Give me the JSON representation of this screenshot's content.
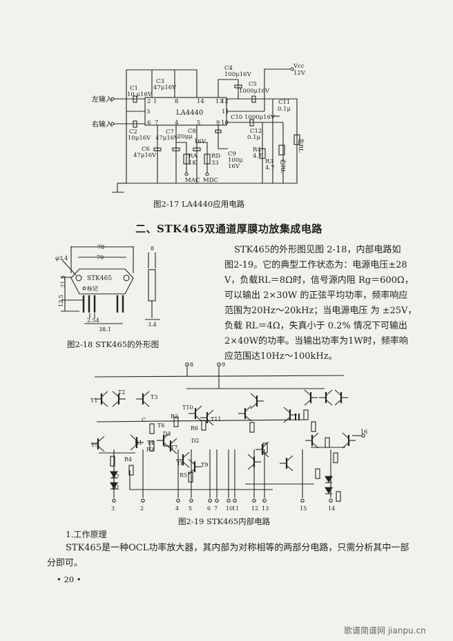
{
  "fig17": {
    "caption": "图2-17  LA4440应用电路",
    "ic": "LA4440",
    "inputs": [
      "左输入",
      "右输入"
    ],
    "vcc": [
      "Vcc",
      "12V"
    ],
    "pins": [
      "2",
      "1",
      "8",
      "14",
      "13",
      "12",
      "3",
      "6",
      "7",
      "4",
      "5",
      "9",
      "10",
      "11"
    ],
    "parts": {
      "c1": [
        "C1",
        "10 μ16V"
      ],
      "c3": [
        "C3",
        "47μ16V"
      ],
      "c4": [
        "C4",
        "100μ16V"
      ],
      "c5": [
        "C5",
        "1000μ16V"
      ],
      "c11": [
        "C11",
        "0.1μ"
      ],
      "c10": "C10 1000μ16V",
      "c12": [
        "C12",
        "0.1μ"
      ],
      "c2": [
        "C2",
        "10μ16V"
      ],
      "c6": [
        "C6",
        "47μ16V"
      ],
      "c7": [
        "C7",
        "47μ16V"
      ],
      "c8": [
        "C8",
        "20μμ",
        "16V"
      ],
      "ra": [
        "RA",
        "1K"
      ],
      "rd": [
        "RD",
        "33"
      ],
      "mac": "MAC",
      "mdc": "MDC",
      "c9": [
        "C9",
        "100μ",
        "16V"
      ],
      "r4": [
        "R4",
        "4.7"
      ],
      "r3": [
        "R3",
        "4.7"
      ],
      "rl_right": "右RL",
      "rl_left": "左RL"
    }
  },
  "section_heading": "二、STK465双通道厚膜功放集成电路",
  "intro_lines": [
    "STK465的外形图见图 2-18，内部电路如",
    "图2-19。它的典型工作状态为：电源电压±28",
    "V，负载RL＝8Ω时，信号源内阻 Rg＝600Ω，",
    "可以输出 2×30W 的正弦平均功率，频率响应",
    "范围为20Hz～20kHz；当电源电压 为 ±25V，",
    "负载 RL＝4Ω，失真小于 0.2% 情况下可输出",
    "2×40W的功率。当输出功率为1W时，频率响",
    "应范围达10Hz～100kHz。"
  ],
  "fig18": {
    "caption": "图2-18  STK465的外形图",
    "body_label": "STK465",
    "mark_label": "标记",
    "dims": {
      "width_outer": "78",
      "width_inner": "70",
      "hole": "φ3.4",
      "h1": "21.5",
      "h2": "12.5",
      "pitch": "2.54",
      "span": "38.1",
      "thick": "8",
      "pin_len": "3.4"
    }
  },
  "fig19": {
    "caption": "图2-19  STK465内部电路",
    "top_pins": [
      "8",
      "9"
    ],
    "bottom_pins": [
      "3",
      "2",
      "4",
      "5",
      "6",
      "7",
      "10",
      "11",
      "12",
      "13",
      "15",
      "14"
    ],
    "out_pin": "16",
    "labels": [
      "T1",
      "T2",
      "T3",
      "T4",
      "T5",
      "T6",
      "T7",
      "T8",
      "T9",
      "T10",
      "T11",
      "C",
      "R1",
      "R2",
      "R3",
      "R4",
      "R5",
      "R6",
      "R7",
      "D1",
      "D2",
      "D3"
    ]
  },
  "subheading": "1.工作原理",
  "body_lines": [
    "STK465是一种OCL功率放大器，其内部为对称相等的两部分电路，只需分析其中一部",
    "分即可。"
  ],
  "page_number": "• 20 •",
  "watermark": "歌谱简谱网 jianpu.cn"
}
